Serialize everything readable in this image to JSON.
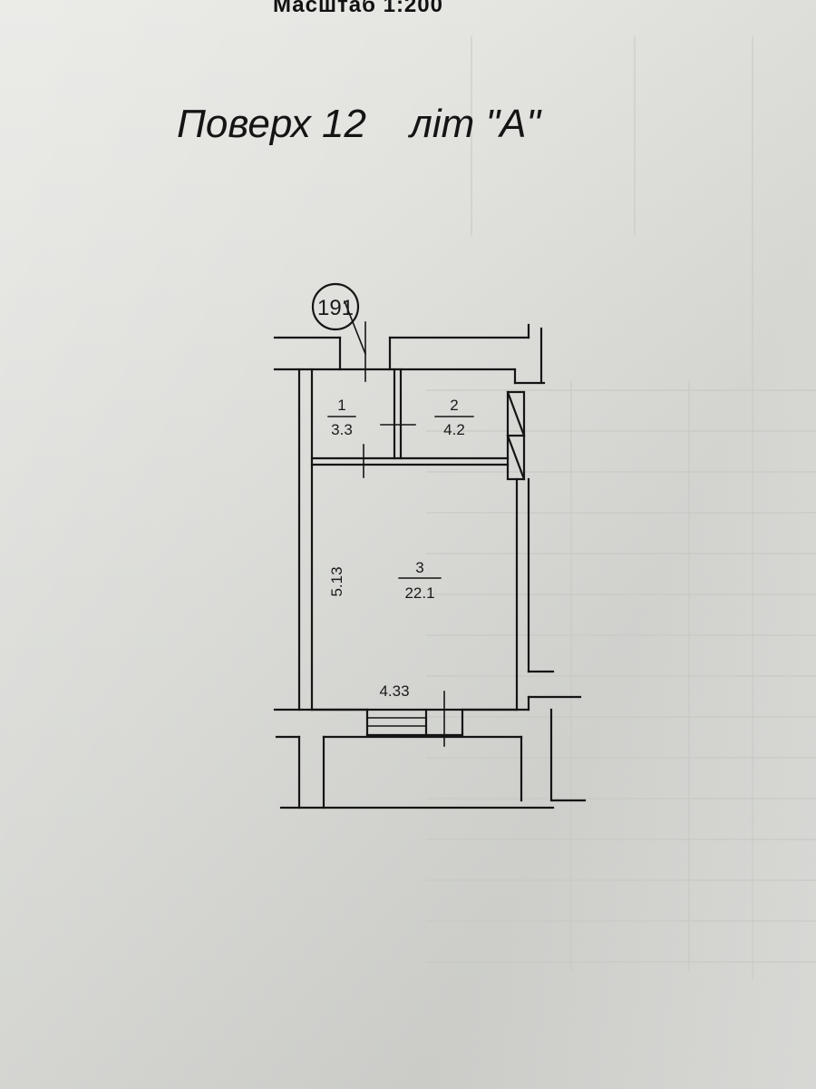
{
  "header": {
    "scale_text": "Масштаб  1:200",
    "floor_label": "Поверх 12",
    "letter_label": "літ \"А\""
  },
  "plan": {
    "building_number": "191",
    "rooms": [
      {
        "number": "1",
        "area": "3.3"
      },
      {
        "number": "2",
        "area": "4.2"
      },
      {
        "number": "3",
        "area": "22.1"
      }
    ],
    "dimensions": {
      "height": "5.13",
      "width": "4.33"
    }
  },
  "colors": {
    "paper": "#dcdcd8",
    "ink": "#151515"
  }
}
